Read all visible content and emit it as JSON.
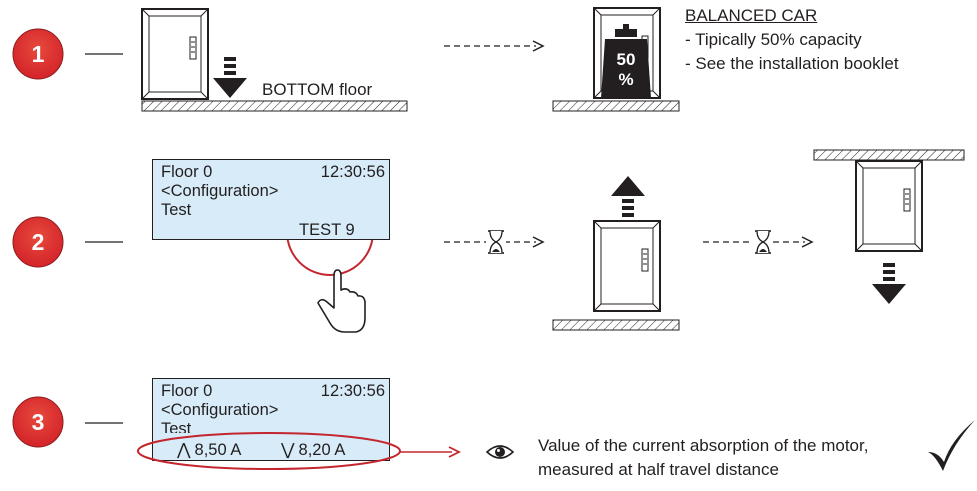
{
  "steps": [
    "1",
    "2",
    "3"
  ],
  "step1": {
    "bottom_floor": "BOTTOM floor",
    "balanced_title": "BALANCED CAR",
    "balanced_lines": [
      "- Tipically 50% capacity",
      "- See the installation booklet"
    ],
    "weight_number": "50",
    "weight_unit": "%"
  },
  "display2": {
    "line1": "Floor 0",
    "time": "12:30:56",
    "line2": "<Configuration>",
    "line3": "Test",
    "highlight": "TEST 9"
  },
  "display3": {
    "line1": "Floor 0",
    "time": "12:30:56",
    "line2": "<Configuration>",
    "line3": "Test",
    "up_value": "8,50 A",
    "down_value": "8,20 A"
  },
  "result": {
    "lines": [
      "Value of the current absorption of the motor,",
      "measured at half travel distance"
    ]
  },
  "colors": {
    "badge": "#e3282b",
    "lcd": "#d7ebf8",
    "highlight": "#c4262e",
    "line": "#231f20"
  }
}
